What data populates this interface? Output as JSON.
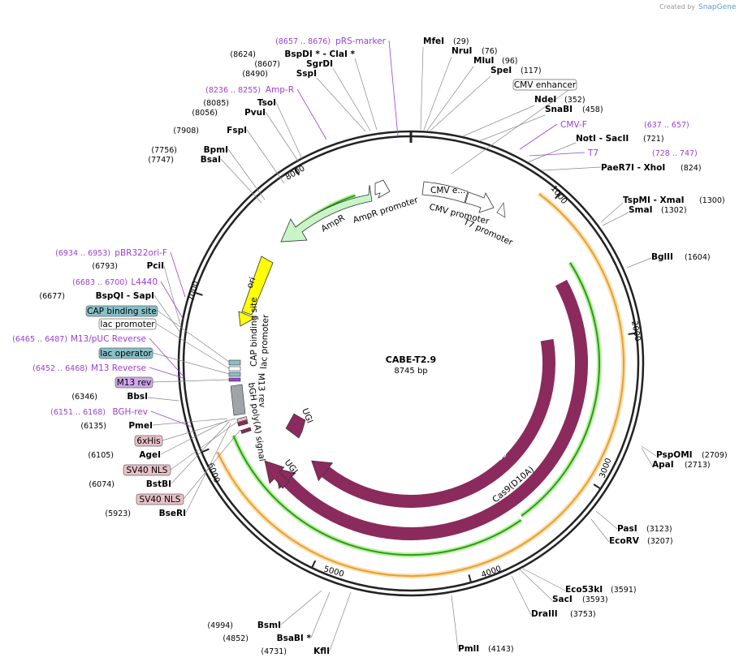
{
  "credit": {
    "prefix": "Created by",
    "brand": "SnapGene"
  },
  "plasmid": {
    "name": "CABE-T2.9",
    "length": "8745 bp"
  },
  "ticks": [
    "1000",
    "2000",
    "3000",
    "4000",
    "5000",
    "6000",
    "7000",
    "8000"
  ],
  "sites": [
    {
      "name": "MfeI",
      "pos": "(29)"
    },
    {
      "name": "NruI",
      "pos": "(76)"
    },
    {
      "name": "MluI",
      "pos": "(96)"
    },
    {
      "name": "SpeI",
      "pos": "(117)"
    },
    {
      "name": "NdeI",
      "pos": "(352)"
    },
    {
      "name": "SnaBI",
      "pos": "(458)"
    },
    {
      "name": "NotI  - SacII",
      "pos": "(721)"
    },
    {
      "name": "PaeR7I  - XhoI",
      "pos": "(824)"
    },
    {
      "name": "TspMI  - XmaI",
      "pos": "(1300)"
    },
    {
      "name": "SmaI",
      "pos": "(1302)"
    },
    {
      "name": "BglII",
      "pos": "(1604)"
    },
    {
      "name": "PspOMI",
      "pos": "(2709)"
    },
    {
      "name": "ApaI",
      "pos": "(2713)"
    },
    {
      "name": "PasI",
      "pos": "(3123)"
    },
    {
      "name": "EcoRV",
      "pos": "(3207)"
    },
    {
      "name": "Eco53kI",
      "pos": "(3591)"
    },
    {
      "name": "SacI",
      "pos": "(3593)"
    },
    {
      "name": "DraIII",
      "pos": "(3753)"
    },
    {
      "name": "PmlI",
      "pos": "(4143)"
    },
    {
      "name": "BsmI",
      "pos": "(4994)"
    },
    {
      "name": "BsaBI *",
      "pos": "(4852)"
    },
    {
      "name": "KflI",
      "pos": "(4731)"
    },
    {
      "name": "BseRI",
      "pos": "(5923)"
    },
    {
      "name": "BstBI",
      "pos": "(6074)"
    },
    {
      "name": "AgeI",
      "pos": "(6105)"
    },
    {
      "name": "PmeI",
      "pos": "(6135)"
    },
    {
      "name": "BbsI",
      "pos": "(6346)"
    },
    {
      "name": "BspQI   - SapI",
      "pos": "(6677)"
    },
    {
      "name": "PciI",
      "pos": "(6793)"
    },
    {
      "name": "BsaI",
      "pos": "(7747)"
    },
    {
      "name": "BpmI",
      "pos": "(7756)"
    },
    {
      "name": "FspI",
      "pos": "(7908)"
    },
    {
      "name": "PvuI",
      "pos": "(8056)"
    },
    {
      "name": "TsoI",
      "pos": "(8085)"
    },
    {
      "name": "SspI",
      "pos": "(8490)"
    },
    {
      "name": "SgrDI",
      "pos": "(8607)"
    },
    {
      "name": "BspDI *  - ClaI *",
      "pos": "(8624)"
    }
  ],
  "primers": [
    {
      "name": "pRS-marker",
      "range": "(8657 .. 8676)"
    },
    {
      "name": "Amp-R",
      "range": "(8236 .. 8255)"
    },
    {
      "name": "CMV-F",
      "range": "(637 .. 657)"
    },
    {
      "name": "T7",
      "range": "(728 .. 747)"
    },
    {
      "name": "pBR322ori-F",
      "range": "(6934 .. 6953)"
    },
    {
      "name": "L4440",
      "range": "(6683 .. 6700)"
    },
    {
      "name": "M13/pUC Reverse",
      "range": "(6465 .. 6487)"
    },
    {
      "name": "M13 Reverse",
      "range": "(6452 .. 6468)"
    },
    {
      "name": "BGH-rev",
      "range": "(6151 .. 6168)"
    }
  ],
  "boxed": [
    {
      "name": "CMV enhancer"
    },
    {
      "name": "CAP binding site"
    },
    {
      "name": "lac promoter"
    },
    {
      "name": "lac operator"
    },
    {
      "name": "M13 rev"
    },
    {
      "name": "6xHis"
    },
    {
      "name": "SV40 NLS"
    },
    {
      "name": "SV40 NLS"
    }
  ],
  "features": {
    "cmv_e": "CMV e...",
    "cmv_promoter": "CMV promoter",
    "t7_promoter": "T7 promoter",
    "ampr": "AmpR",
    "ampr_promoter": "AmpR promoter",
    "ori": "ori",
    "cap_site": "CAP binding site",
    "lac_promoter": "lac promoter",
    "m13_rev": "M13 rev",
    "bgh": "bGH poly(A) signal",
    "ugi1": "UGI",
    "ugi2": "UGI",
    "cas9": "Cas9",
    "cas9d10a": "Cas9(D10A)"
  },
  "colors": {
    "cas9": "#8b2a5c",
    "green": "#2e9a1a",
    "green_glow": "#b8f0a0",
    "orange": "#e8a030",
    "orange_glow": "#fbe0b0",
    "ampr_fill": "#c8f5c8",
    "ori_fill": "#ffff00",
    "purple": "#9c3fd0",
    "teal_box": "#88c0c8",
    "pink_box": "#e8c0c8",
    "violet_box": "#d0a8e8"
  }
}
